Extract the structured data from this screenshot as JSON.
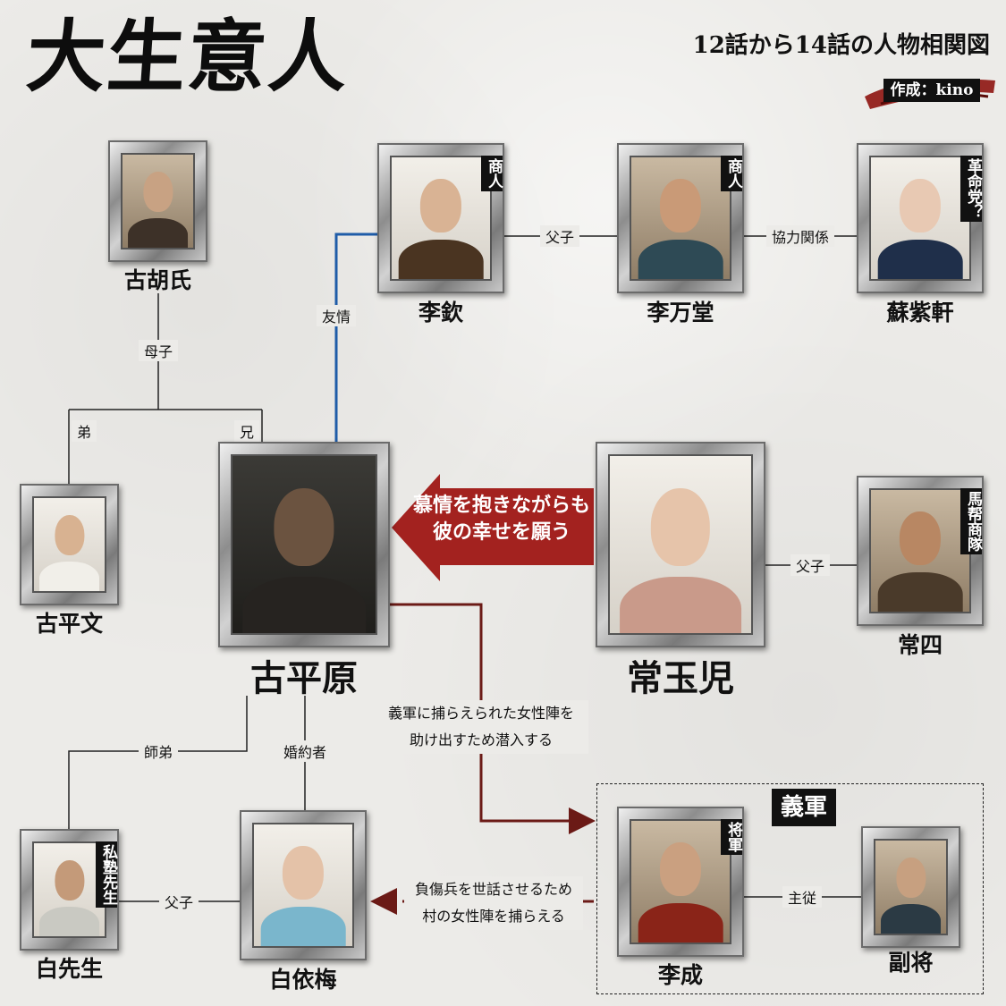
{
  "title": "大生意人",
  "subtitle": "12話から14話の人物相関図",
  "credit": "作成：kino",
  "colors": {
    "friendship_line": "#1f5ca8",
    "action_arrow": "#a3221f",
    "dark_arrow": "#6b1a16"
  },
  "characters": {
    "gu_hushi": {
      "name": "古胡氏"
    },
    "li_qin": {
      "name": "李欽",
      "tag": "商人"
    },
    "li_wantang": {
      "name": "李万堂",
      "tag": "商人"
    },
    "su_zixuan": {
      "name": "蘇紫軒",
      "tag": "革命党？"
    },
    "gu_pingwen": {
      "name": "古平文"
    },
    "gu_pingyuan": {
      "name": "古平原"
    },
    "chang_yuer": {
      "name": "常玉児"
    },
    "chang_si": {
      "name": "常四",
      "tag": "馬帮商隊"
    },
    "bai_xiansheng": {
      "name": "白先生",
      "tag": "私塾先生"
    },
    "bai_yimei": {
      "name": "白依梅"
    },
    "li_cheng": {
      "name": "李成",
      "tag": "将軍"
    },
    "fujiang": {
      "name": "副将"
    }
  },
  "relations": {
    "li_qin_li_wantang": "父子",
    "li_wantang_su": "協力関係",
    "friendship": "友情",
    "mother_child": "母子",
    "younger": "弟",
    "elder": "兄",
    "chang_father": "父子",
    "teacher": "師弟",
    "fiance": "婚約者",
    "bai_father": "父子",
    "master_servant": "主従"
  },
  "notes": {
    "yuer_feeling": [
      "慕情を抱きながらも",
      "彼の幸せを願う"
    ],
    "infiltrate": [
      "義軍に捕らえられた女性陣を",
      "助け出すため潜入する"
    ],
    "capture": [
      "負傷兵を世話させるため",
      "村の女性陣を捕らえる"
    ]
  },
  "group_label": "義軍"
}
